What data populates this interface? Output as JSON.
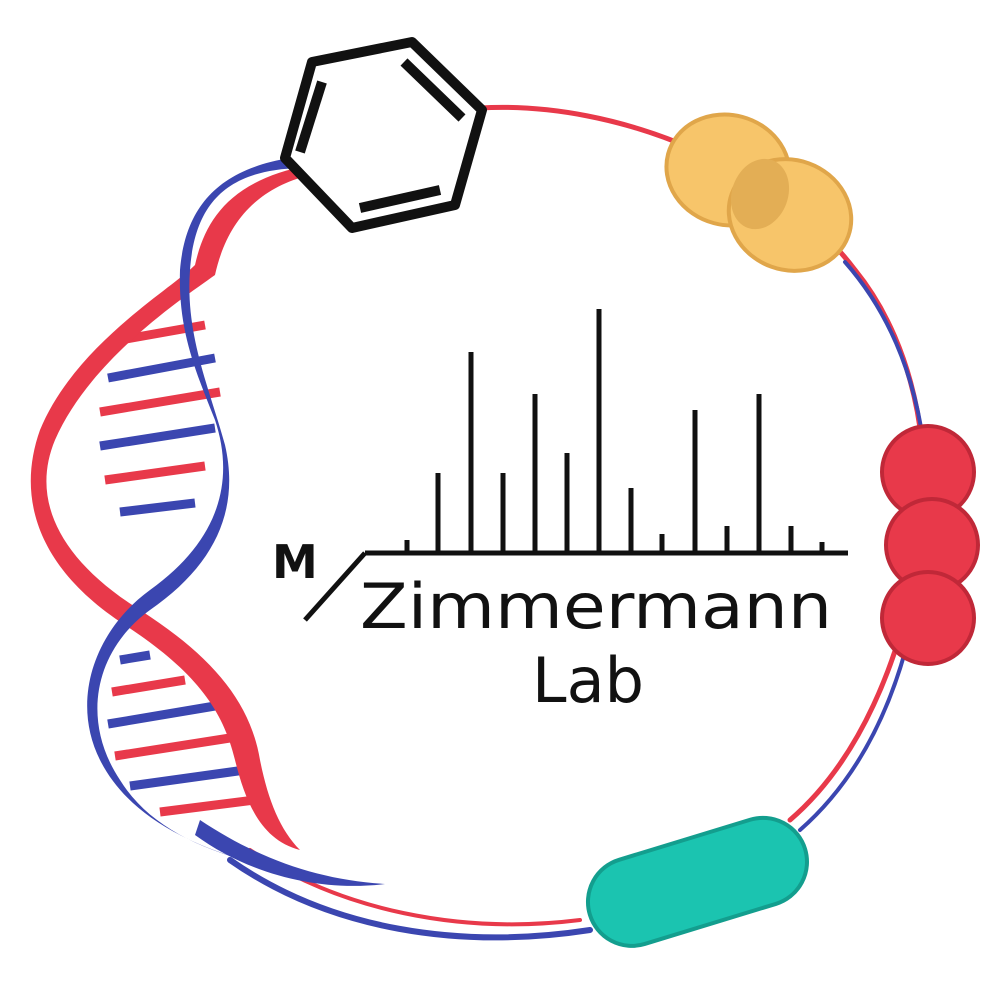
{
  "logo": {
    "m_letter": "M",
    "title_line1": "Zimmermann",
    "title_line2": "Lab"
  },
  "colors": {
    "red": "#E8394A",
    "blue": "#3B46B0",
    "yellow": "#F7C56A",
    "teal": "#1BC4B0",
    "black": "#111111"
  },
  "icons": [
    "benzene-ring-icon",
    "dna-helix-icon",
    "mass-spectrum-icon",
    "yeast-cell-icon",
    "cocci-chain-icon",
    "bacillus-icon"
  ]
}
